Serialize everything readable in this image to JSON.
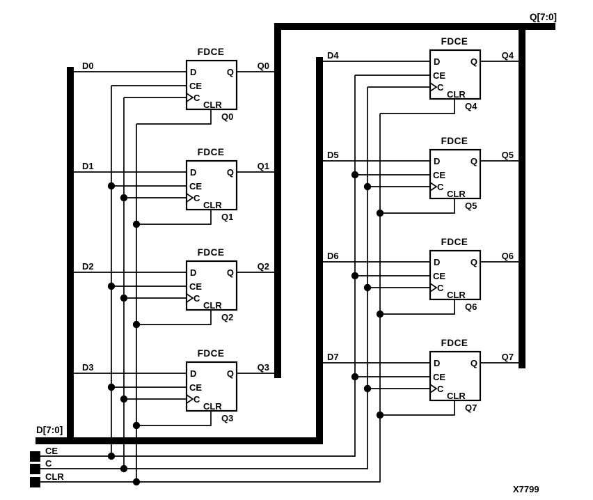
{
  "figure_label": "X7799",
  "colors": {
    "ink": "#000000",
    "background": "#ffffff"
  },
  "buses": {
    "q_bus_label": "Q[7:0]",
    "d_bus_label": "D[7:0]"
  },
  "controls": {
    "ce": "CE",
    "c": "C",
    "clr": "CLR"
  },
  "pins": {
    "d": "D",
    "ce": "CE",
    "c": "C",
    "clr": "CLR",
    "q": "Q"
  },
  "blocks": [
    {
      "title": "FDCE",
      "input": "D0",
      "output": "Q0",
      "bottom_label": "Q0"
    },
    {
      "title": "FDCE",
      "input": "D1",
      "output": "Q1",
      "bottom_label": "Q1"
    },
    {
      "title": "FDCE",
      "input": "D2",
      "output": "Q2",
      "bottom_label": "Q2"
    },
    {
      "title": "FDCE",
      "input": "D3",
      "output": "Q3",
      "bottom_label": "Q3"
    },
    {
      "title": "FDCE",
      "input": "D4",
      "output": "Q4",
      "bottom_label": "Q4"
    },
    {
      "title": "FDCE",
      "input": "D5",
      "output": "Q5",
      "bottom_label": "Q5"
    },
    {
      "title": "FDCE",
      "input": "D6",
      "output": "Q6",
      "bottom_label": "Q6"
    },
    {
      "title": "FDCE",
      "input": "D7",
      "output": "Q7",
      "bottom_label": "Q7"
    }
  ]
}
